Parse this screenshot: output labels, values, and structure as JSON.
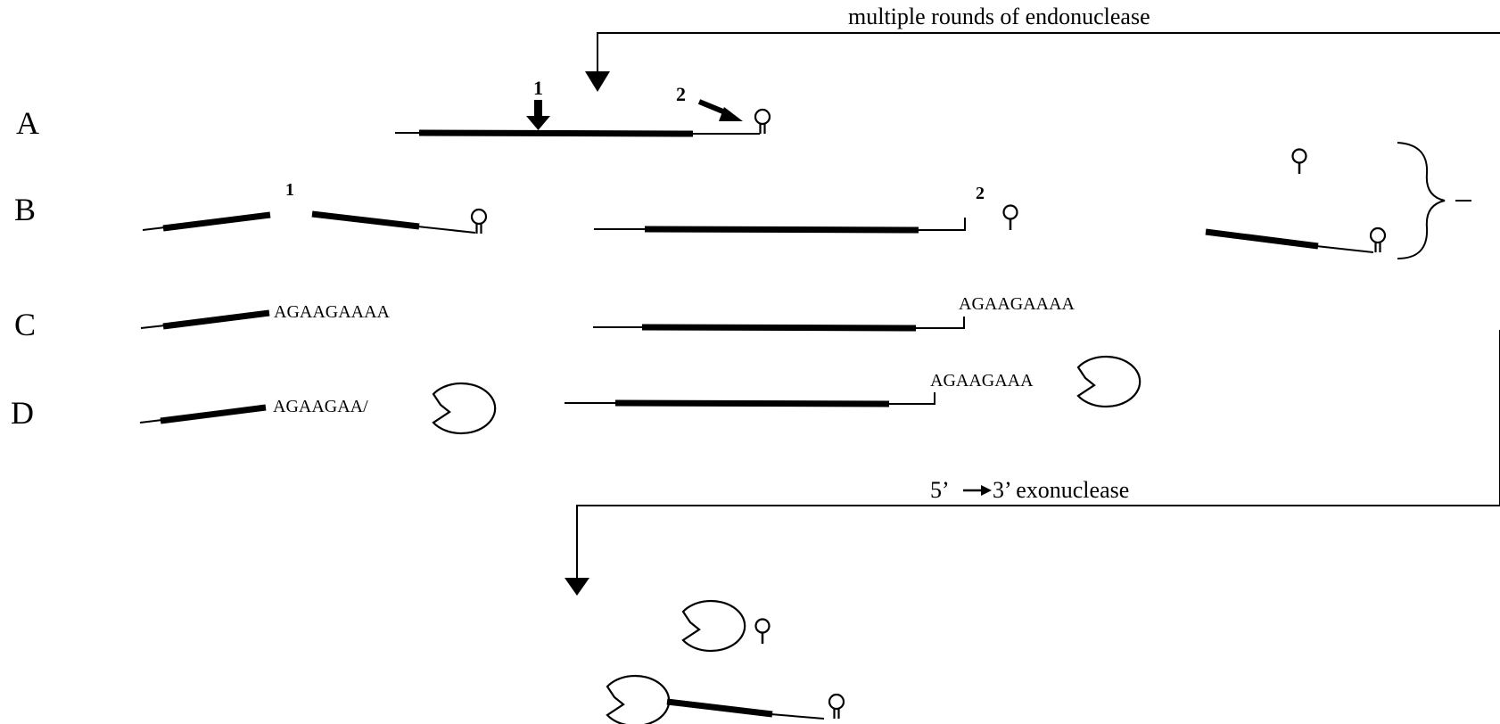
{
  "labels": {
    "top_process": "multiple rounds of endonuclease",
    "bottom_process_prefix": "5’",
    "bottom_process_suffix": "3’ exonuclease",
    "row_a": "A",
    "row_b": "B",
    "row_c": "C",
    "row_d": "D",
    "site_1": "1",
    "site_2": "2",
    "site_b1": "1",
    "site_b2": "2",
    "seq_c_left": "AGAAGAAAA",
    "seq_c_right": "AGAAGAAAA",
    "seq_d_left": "AGAAGAA/",
    "seq_d_right": "AGAAGAAA"
  },
  "icons": [
    "hairpin-icon",
    "exonuclease-pacman-icon",
    "arrow-icon",
    "bracket-icon"
  ]
}
